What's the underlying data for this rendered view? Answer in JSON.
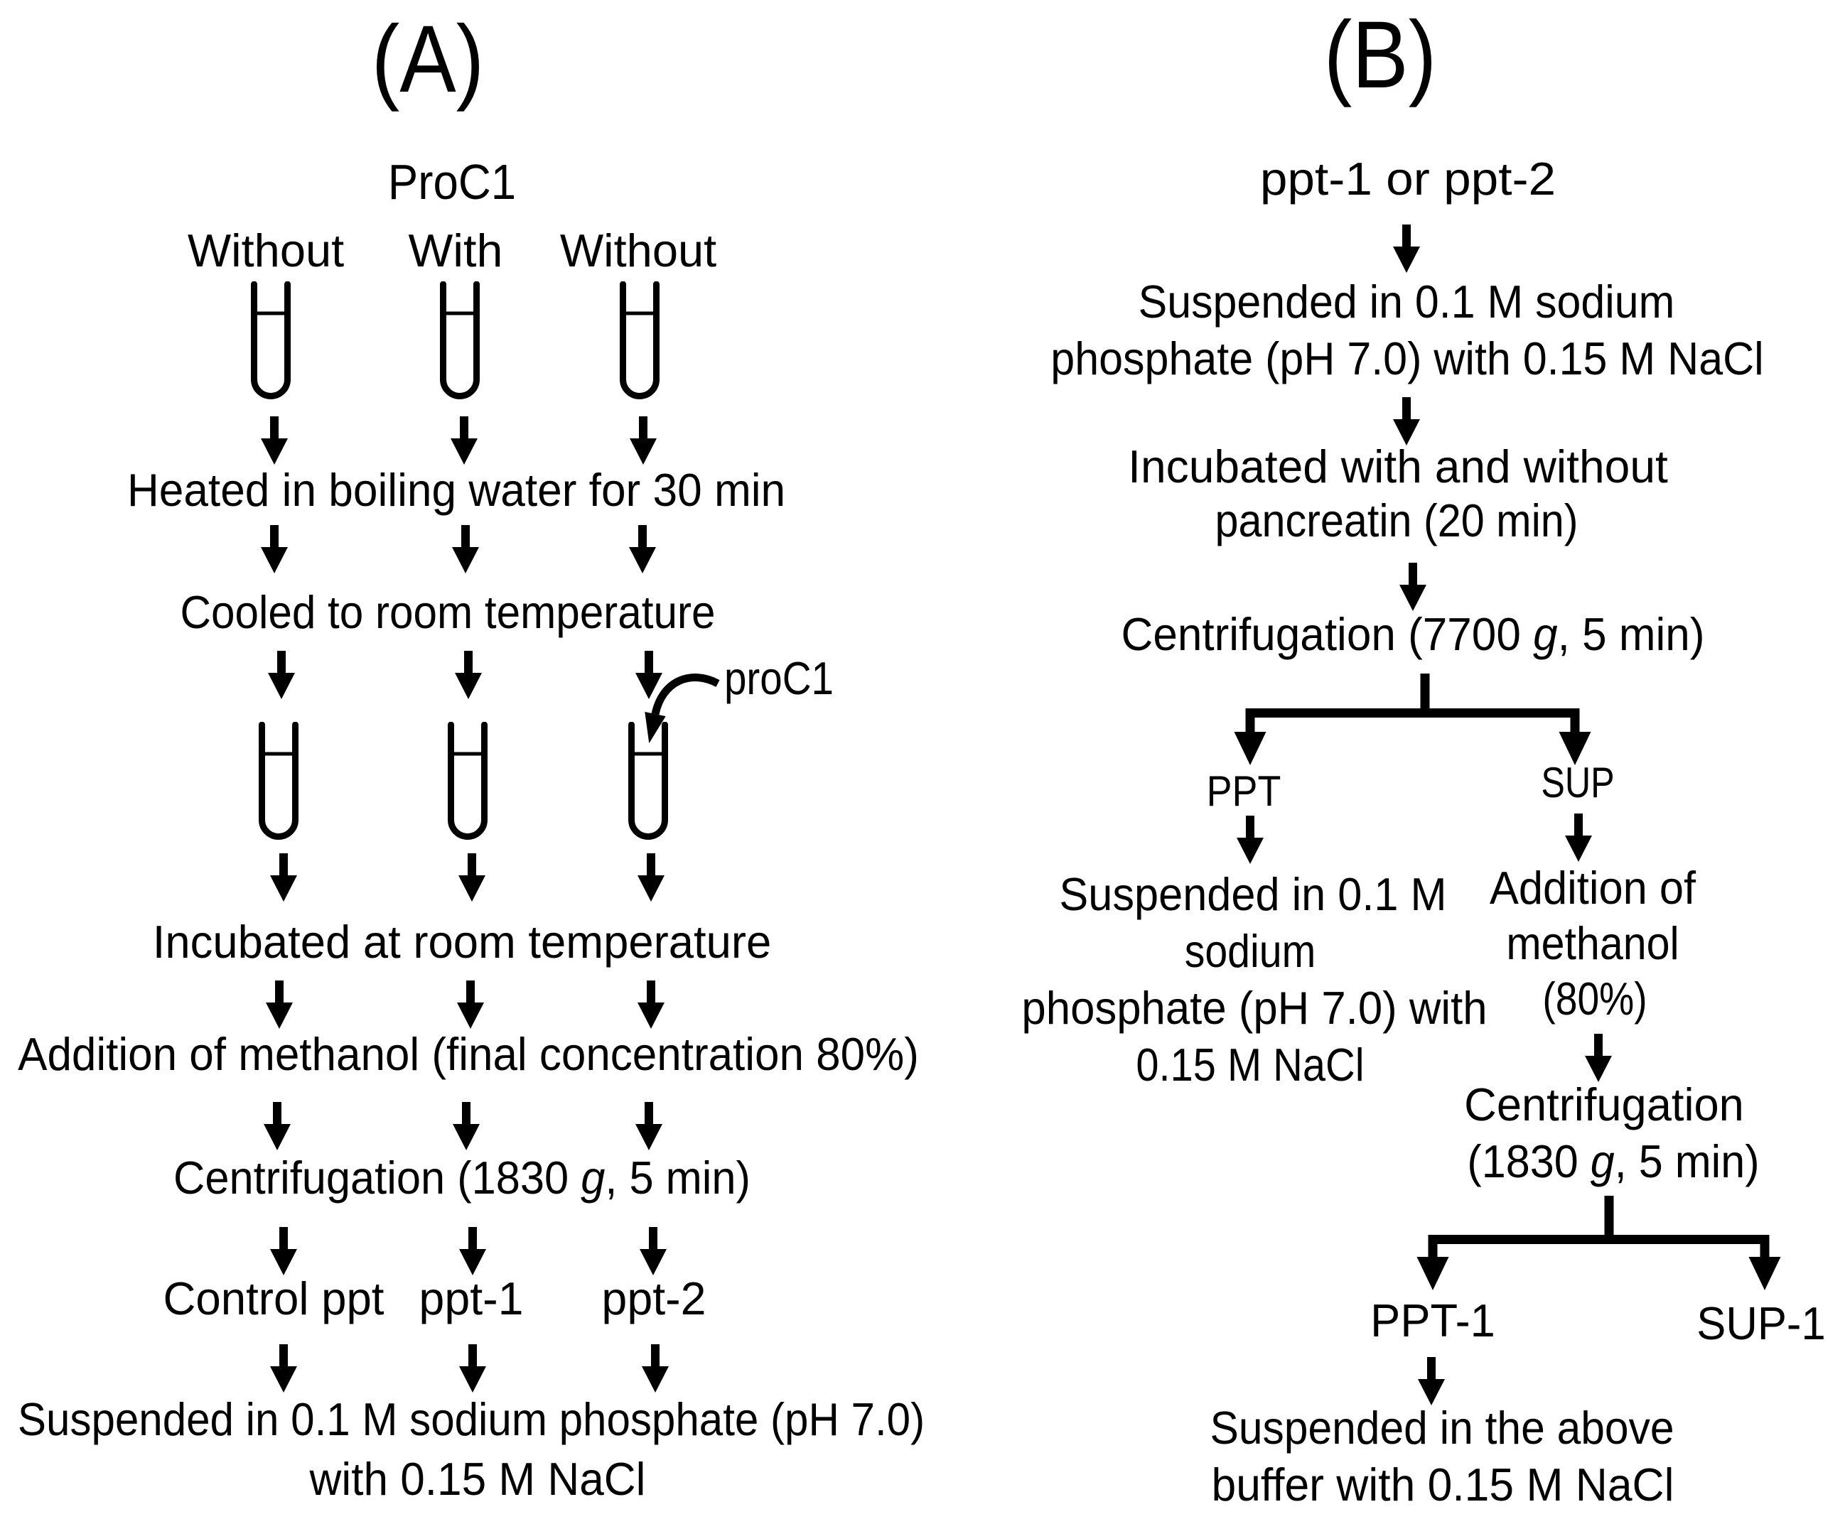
{
  "figure": {
    "background_color": "#ffffff",
    "ink_color": "#000000",
    "panel_a": {
      "label": "(A)",
      "source_label": "ProC1",
      "tube_conditions": [
        "Without",
        "With",
        "Without"
      ],
      "callout": "proC1",
      "step_heated": "Heated in boiling water for 30 min",
      "step_cooled": "Cooled to room temperature",
      "step_incubated": "Incubated at room temperature",
      "step_methanol": "Addition of methanol (final concentration 80%)",
      "step_centrifugation_pre": "Centrifugation (1830 ",
      "step_centrifugation_g": "g",
      "step_centrifugation_post": ", 5 min)",
      "products": [
        "Control ppt",
        "ppt-1",
        "ppt-2"
      ],
      "final_line1": "Suspended in 0.1 M sodium phosphate (pH 7.0)",
      "final_line2": "with 0.15 M NaCl"
    },
    "panel_b": {
      "label": "(B)",
      "input_label": "ppt-1 or ppt-2",
      "step_suspended_line1": "Suspended in 0.1 M sodium",
      "step_suspended_line2": "phosphate (pH 7.0) with 0.15 M NaCl",
      "step_incubated_line1": "Incubated with and without",
      "step_incubated_line2": "pancreatin (20 min)",
      "step_centrifugation1_pre": "Centrifugation (7700 ",
      "step_centrifugation1_g": "g",
      "step_centrifugation1_post": ", 5 min)",
      "branch1_left_label": "PPT",
      "branch1_right_label": "SUP",
      "ppt_suspended_line1": "Suspended in 0.1 M",
      "ppt_suspended_line2": "sodium",
      "ppt_suspended_line3": "phosphate (pH 7.0) with",
      "ppt_suspended_line4": "0.15 M NaCl",
      "sup_methanol_line1": "Addition of",
      "sup_methanol_line2": "methanol",
      "sup_methanol_line3": "(80%)",
      "step_centrifugation2_line1": "Centrifugation",
      "step_centrifugation2_pre": "(1830 ",
      "step_centrifugation2_g": "g",
      "step_centrifugation2_post": ", 5 min)",
      "branch2_left_label": "PPT-1",
      "branch2_right_label": "SUP-1",
      "final_line1": "Suspended in the above",
      "final_line2": "buffer with 0.15 M NaCl"
    }
  }
}
